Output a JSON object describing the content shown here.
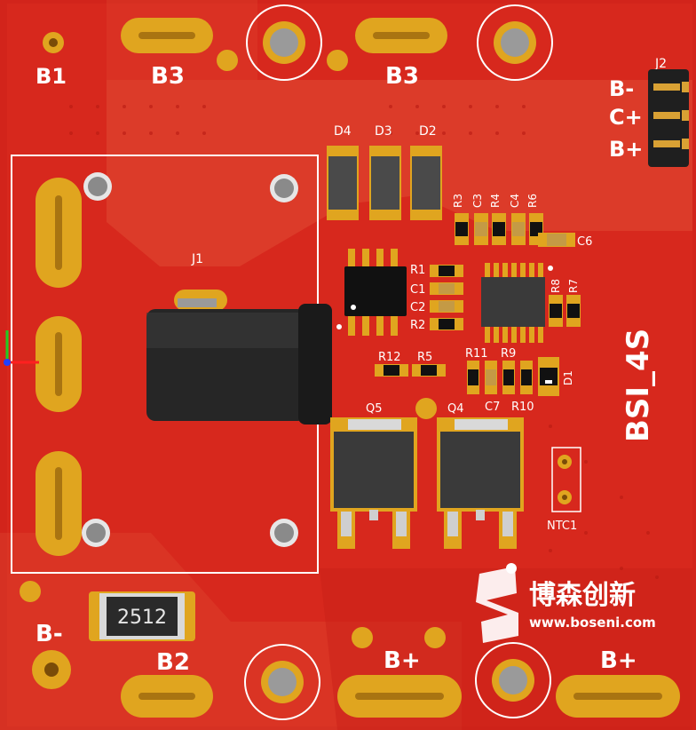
{
  "board": {
    "colors": {
      "mask": "#d2241b",
      "mask_light": "#e04a33",
      "gold": "#e0a51f",
      "gold_dark": "#a97411",
      "silk": "#ffffff",
      "chip": "#2a2a2a"
    }
  },
  "labels": {
    "b1": "B1",
    "b3_left": "B3",
    "b3_right": "B3",
    "b2": "B2",
    "b_minus_bottom": "B-",
    "b_plus_mid": "B+",
    "b_plus_right": "B+",
    "j2": "J2",
    "j2_b_minus": "B-",
    "j2_c_plus": "C+",
    "j2_b_plus": "B+",
    "j1": "J1",
    "d4": "D4",
    "d3": "D3",
    "d2": "D2",
    "r3": "R3",
    "c3": "C3",
    "r4": "R4",
    "c4": "C4",
    "r6": "R6",
    "c6": "C6",
    "r1": "R1",
    "c1": "C1",
    "c2": "C2",
    "r2": "R2",
    "r8": "R8",
    "r7": "R7",
    "r12": "R12",
    "r5": "R5",
    "r11": "R11",
    "r9": "R9",
    "c7": "C7",
    "r10": "R10",
    "d1": "D1",
    "q5": "Q5",
    "q4": "Q4",
    "ntc1": "NTC1",
    "board_name": "BSI_4S",
    "resistor_code": "2512",
    "brand_cn": "博森创新",
    "brand_url": "www.boseni.com"
  }
}
